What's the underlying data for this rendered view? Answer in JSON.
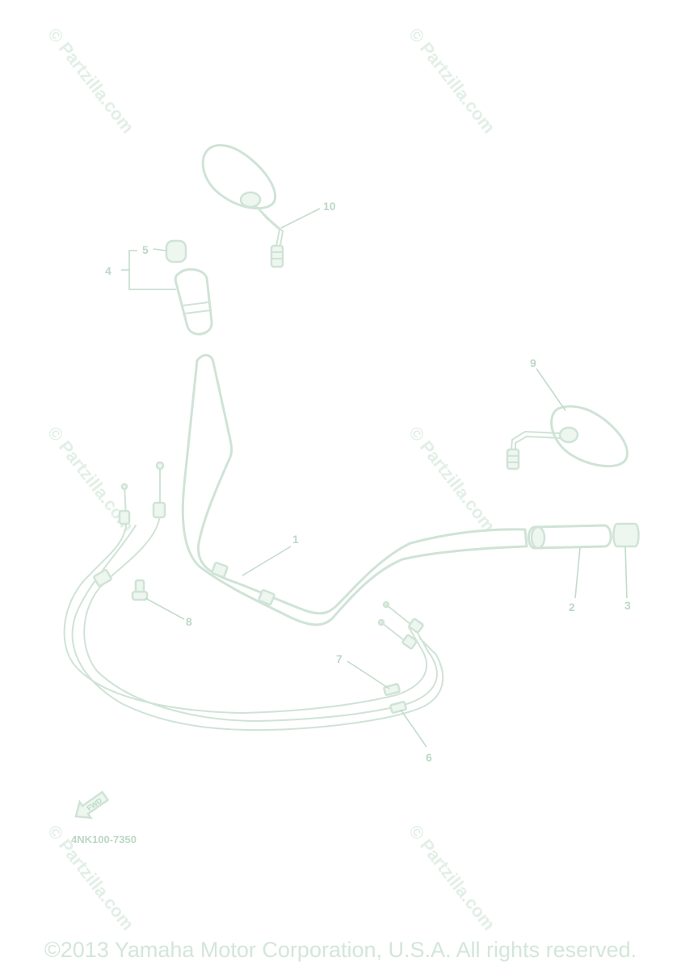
{
  "watermark": {
    "text": "© Partzilla.com"
  },
  "diagram_code": "4NK100-7350",
  "fwd_label": "FWD",
  "callouts": {
    "c1": "1",
    "c2": "2",
    "c3": "3",
    "c4": "4",
    "c5": "5",
    "c6": "6",
    "c7": "7",
    "c8": "8",
    "c9": "9",
    "c10": "10"
  },
  "copyright": "©2013 Yamaha Motor Corporation, U.S.A. All rights reserved.",
  "colors": {
    "line": "#cfe3d6",
    "label": "#bcd8c5",
    "watermark": "#e2efe6"
  }
}
